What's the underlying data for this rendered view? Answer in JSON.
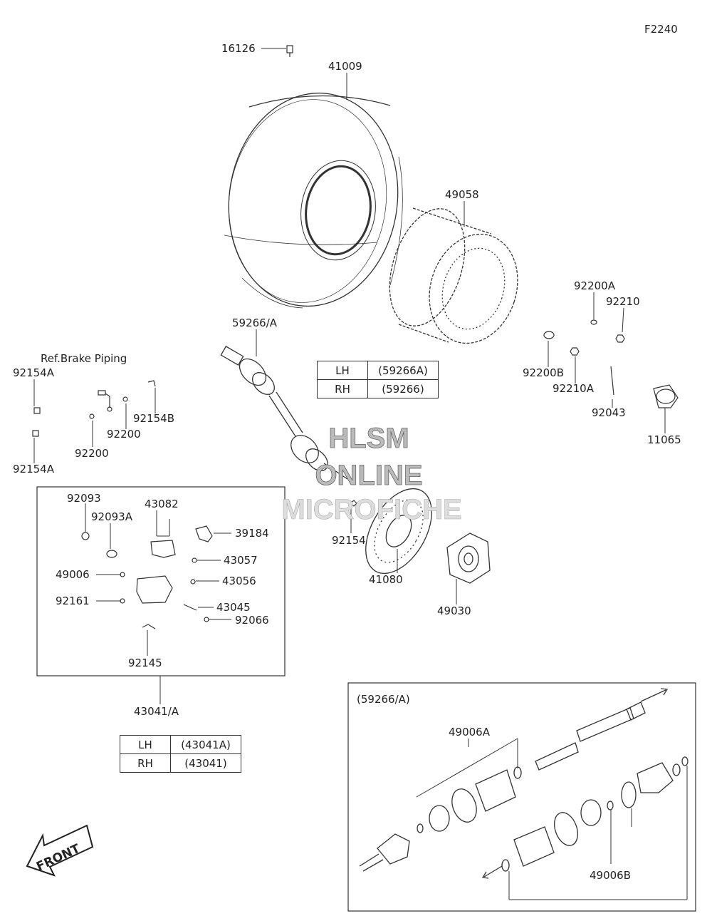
{
  "figure_code": "F2240",
  "parts": {
    "p16126": "16126",
    "p41009": "41009",
    "p49058": "49058",
    "p59266a_top": "59266/A",
    "p92200a": "92200A",
    "p92210": "92210",
    "p92200b": "92200B",
    "p92210a": "92210A",
    "p92043": "92043",
    "p11065": "11065",
    "ref_brake": "Ref.Brake Piping",
    "p92154a_1": "92154A",
    "p92154a_2": "92154A",
    "p92154b": "92154B",
    "p92200_1": "92200",
    "p92200_2": "92200",
    "p92093": "92093",
    "p92093a": "92093A",
    "p43082": "43082",
    "p39184": "39184",
    "p43057": "43057",
    "p49006": "49006",
    "p43056": "43056",
    "p92161": "92161",
    "p43045": "43045",
    "p92066": "92066",
    "p92145": "92145",
    "p43041a": "43041/A",
    "p92154": "92154",
    "p41080": "41080",
    "p49030": "49030",
    "inset_title": "(59266/A)",
    "p49006a": "49006A",
    "p49006b": "49006B"
  },
  "side_table": {
    "rows": [
      {
        "side": "LH",
        "part": "(59266A)"
      },
      {
        "side": "RH",
        "part": "(59266)"
      }
    ]
  },
  "caliper_table": {
    "rows": [
      {
        "side": "LH",
        "part": "(43041A)"
      },
      {
        "side": "RH",
        "part": "(43041)"
      }
    ]
  },
  "watermark": {
    "line1": "HLSM",
    "line2": "ONLINE",
    "line3": "MICROFICHE"
  },
  "front_arrow": "FRONT"
}
